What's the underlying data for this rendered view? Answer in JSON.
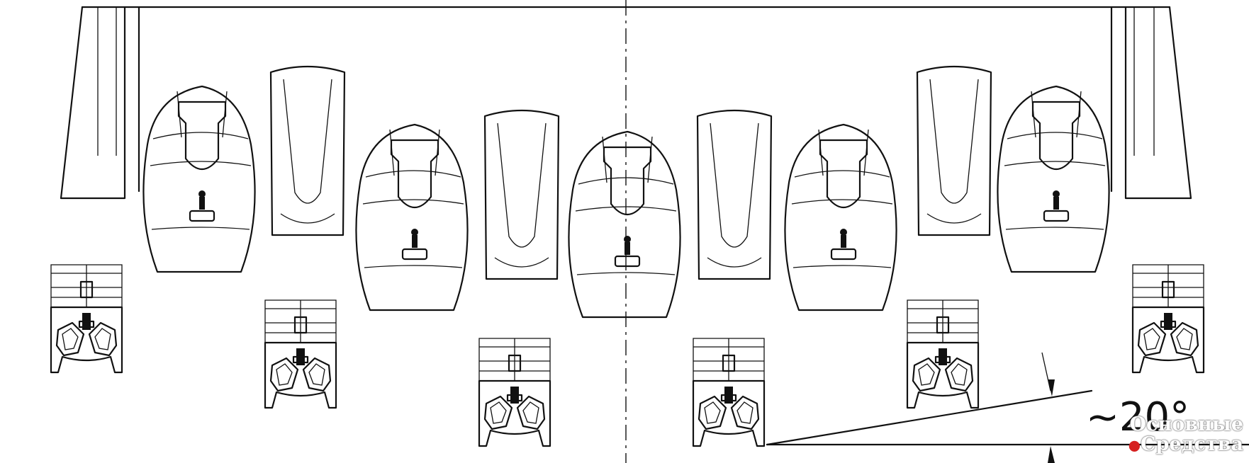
{
  "annotation": {
    "angle": "~20°"
  },
  "watermark": {
    "line1": "Основные",
    "line2": "Средства"
  },
  "colors": {
    "line": "#111111",
    "background": "#ffffff",
    "accent": "#d62020"
  }
}
